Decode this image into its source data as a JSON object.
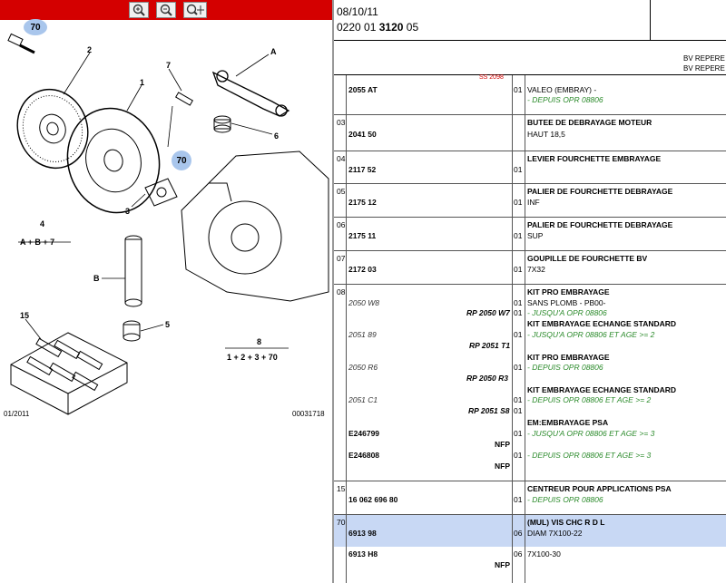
{
  "toolbar": {
    "zoom_in": "zoom-in",
    "zoom_out": "zoom-out",
    "zoom_move": "zoom-move"
  },
  "diagram": {
    "labels": {
      "l70a": "70",
      "l2": "2",
      "l1": "1",
      "l7": "7",
      "lA": "A",
      "l6": "6",
      "l70b": "70",
      "l4": "4",
      "l4sub": "A + B + 7",
      "l3": "3",
      "lB": "B",
      "l15": "15",
      "l5": "5",
      "l8": "8",
      "l8sub": "1 + 2 + 3 + 70"
    },
    "footer_date": "01/2011",
    "footer_code": "00031718"
  },
  "header": {
    "date": "08/10/11",
    "ref_a": "0220 01",
    "ref_b": "3120",
    "ref_c": "05",
    "bv1": "BV REPERE",
    "bv2": "BV REPERE"
  },
  "top_cut": {
    "red": "SS 2098",
    "ref": "2055 AT",
    "qty": "01",
    "text": "VALEO (EMBRAY) -",
    "note": "- DEPUIS OPR 08806"
  },
  "rows": {
    "r03": {
      "num": "03",
      "ref": "2041 50",
      "title": "BUTEE DE DEBRAYAGE MOTEUR",
      "text": "HAUT 18,5"
    },
    "r04": {
      "num": "04",
      "ref": "2117 52",
      "qty": "01",
      "title": "LEVIER FOURCHETTE EMBRAYAGE"
    },
    "r05": {
      "num": "05",
      "ref": "2175 12",
      "qty": "01",
      "title": "PALIER DE FOURCHETTE DEBRAYAGE",
      "text": "INF"
    },
    "r06": {
      "num": "06",
      "ref": "2175 11",
      "qty": "01",
      "title": "PALIER DE FOURCHETTE DEBRAYAGE",
      "text": "SUP"
    },
    "r07": {
      "num": "07",
      "ref": "2172 03",
      "qty": "01",
      "title": "GOUPILLE DE FOURCHETTE BV",
      "text": "7X32"
    },
    "r08": {
      "num": "08",
      "a_ref": "2050 W8",
      "a_qty": "01",
      "a_title": "KIT PRO EMBRAYAGE",
      "a_text": "SANS PLOMB - PB00-",
      "a_rp": "RP 2050 W7",
      "a_rpq": "01",
      "a_note": "- JUSQU'A OPR 08806",
      "b_title": "KIT EMBRAYAGE ECHANGE STANDARD",
      "b_ref": "2051 89",
      "b_qty": "01",
      "b_note": "- JUSQU'A OPR 08806 ET AGE >= 2",
      "b_rp": "RP 2051 T1",
      "c_title": "KIT PRO EMBRAYAGE",
      "c_ref": "2050 R6",
      "c_qty": "01",
      "c_note": "- DEPUIS OPR 08806",
      "c_rp": "RP 2050 R3",
      "d_title": "KIT EMBRAYAGE ECHANGE STANDARD",
      "d_ref": "2051 C1",
      "d_qty": "01",
      "d_note": "- DEPUIS OPR 08806 ET AGE >= 2",
      "d_rp": "RP 2051 S8",
      "d_rpq": "01",
      "e_title": "EM:EMBRAYAGE PSA",
      "e_ref": "E246799",
      "e_qty": "01",
      "e_note": "- JUSQU'A OPR 08806 ET AGE >= 3",
      "e_nfp": "NFP",
      "f_ref": "E246808",
      "f_qty": "01",
      "f_note": "- DEPUIS OPR 08806 ET AGE >= 3",
      "f_nfp": "NFP"
    },
    "r15": {
      "num": "15",
      "ref": "16 062 696 80",
      "qty": "01",
      "title": "CENTREUR POUR APPLICATIONS PSA",
      "note": "- DEPUIS OPR 08806"
    },
    "r70": {
      "num": "70",
      "ref": "6913 98",
      "qty": "06",
      "title": "(MUL) VIS CHC R D L",
      "text": "DIAM 7X100-22",
      "ref2": "6913 H8",
      "qty2": "06",
      "text2": "7X100-30",
      "nfp": "NFP"
    }
  },
  "colors": {
    "toolbar": "#d40000",
    "highlight": "#c8d8f4",
    "note_green": "#2a8a2a",
    "badge": "#a9c6ec"
  }
}
